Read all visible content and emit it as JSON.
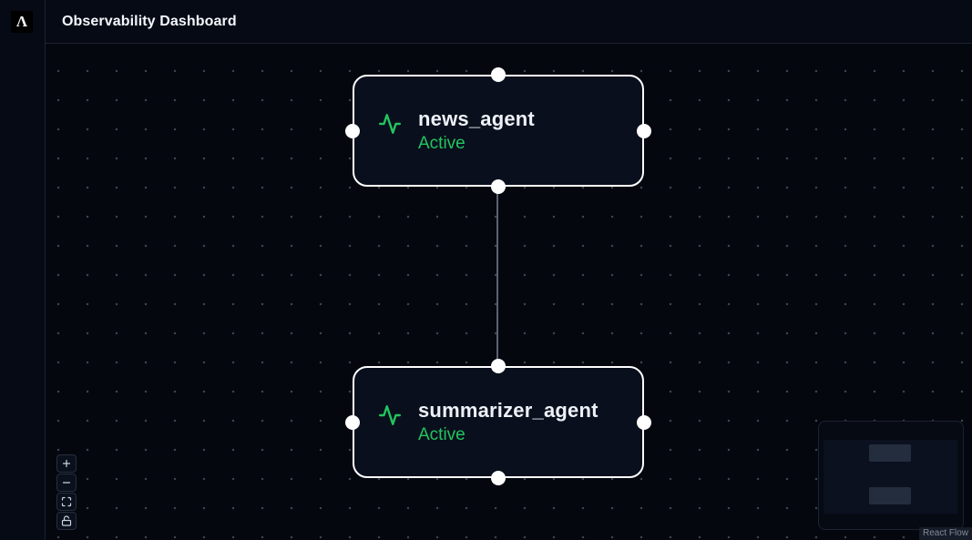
{
  "app": {
    "logo_glyph": "Λ"
  },
  "header": {
    "title": "Observability Dashboard"
  },
  "canvas": {
    "nodes": [
      {
        "id": "news_agent",
        "label": "news_agent",
        "status": "Active",
        "icon": "activity-icon"
      },
      {
        "id": "summarizer_agent",
        "label": "summarizer_agent",
        "status": "Active",
        "icon": "activity-icon"
      }
    ],
    "edges": [
      {
        "from": "news_agent",
        "to": "summarizer_agent"
      }
    ]
  },
  "controls": {
    "buttons": [
      {
        "name": "zoom-in",
        "icon": "plus-icon"
      },
      {
        "name": "zoom-out",
        "icon": "minus-icon"
      },
      {
        "name": "fit-view",
        "icon": "fit-view-icon"
      },
      {
        "name": "toggle-interactivity",
        "icon": "unlock-icon"
      }
    ]
  },
  "minimap": {
    "node_count": 2
  },
  "attribution": {
    "label": "React Flow"
  },
  "colors": {
    "status_active": "#22c55e",
    "node_border": "#ffffff",
    "node_background": "#0a0f1d",
    "canvas_background": "#04070e",
    "panel_background": "#060a15",
    "divider": "#1b2331",
    "edge": "#5a6270",
    "title_text": "#eef2f8"
  }
}
